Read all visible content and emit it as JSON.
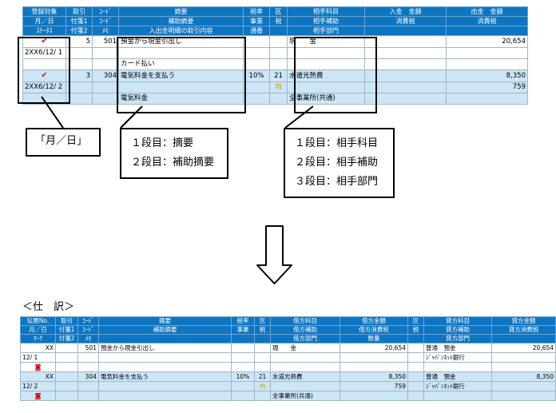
{
  "top": {
    "headers": [
      [
        "登録対象",
        "取引",
        "ｺｰﾄﾞ",
        "摘要",
        "税率",
        "区",
        "相手科目",
        "入金　金額",
        "出金　金額"
      ],
      [
        "月／日",
        "付箋1",
        "ｺｰﾄﾞ",
        "補助摘要",
        "事業",
        "税",
        "相手補助",
        "消費税",
        "消費税"
      ],
      [
        "ｽﾃｰﾀｽ",
        "付箋2",
        "ﾒﾓ",
        "入出金明細の取引内容",
        "通番",
        "",
        "相手部門",
        "",
        ""
      ]
    ],
    "entries": [
      {
        "date": "2XX6/12/ 1",
        "torihiki": "5",
        "code": "501",
        "summary": "預金から現金引出し",
        "sub_summary": "カード払い",
        "tax_rate": "",
        "kubun": "",
        "kubun_tax": "",
        "account": "現　　金",
        "account_dept": "",
        "in_amount": "",
        "out_amount": "20,654",
        "out_tax": ""
      },
      {
        "date": "2XX6/12/ 2",
        "torihiki": "3",
        "code": "304",
        "summary": "電気料金を支払う",
        "sub_summary": "電気料金",
        "tax_rate": "10%",
        "kubun": "21",
        "kubun_tax": "内",
        "account": "水道光熱費",
        "account_dept": "全事業所(共通)",
        "in_amount": "",
        "out_amount": "8,350",
        "out_tax": "759"
      }
    ]
  },
  "callouts": {
    "date": "「月／日」",
    "summary": [
      "１段目：摘要",
      "２段目：補助摘要"
    ],
    "account": [
      "１段目：相手科目",
      "２段目：相手補助",
      "３段目：相手部門"
    ]
  },
  "journal_label": "＜仕　訳＞",
  "bottom": {
    "headers": [
      [
        "伝票No.",
        "取引",
        "ｺｰﾄﾞ",
        "摘要",
        "税率",
        "区",
        "借方科目",
        "借方金額",
        "区",
        "貸方科目",
        "貸方金額"
      ],
      [
        "月／日",
        "付箋1",
        "ｺｰﾄﾞ",
        "補助摘要",
        "事業",
        "税",
        "借方補助",
        "借方消費税",
        "税",
        "貸方補助",
        "貸方消費税"
      ],
      [
        "ﾏｰｸ",
        "付箋2",
        "ﾒﾓ",
        "",
        "",
        "",
        "借方部門",
        "数量",
        "",
        "貸方部門",
        ""
      ]
    ],
    "entries": [
      {
        "slip": "XX",
        "date": "12/ 1",
        "code": "501",
        "summary": "預金から現金引出し",
        "tax_rate": "",
        "kubun": "",
        "kubun_tax": "",
        "debit_account": "現　　金",
        "debit_dept": "",
        "debit_amount": "20,654",
        "debit_tax": "",
        "credit_account": "普通　預金",
        "credit_sub": "ｼﾞｬﾊﾟﾝﾈｯﾄ銀行",
        "credit_amount": "20,654"
      },
      {
        "slip": "XX",
        "date": "12/ 2",
        "code": "304",
        "summary": "電気料金を支払う",
        "tax_rate": "10%",
        "kubun": "21",
        "kubun_tax": "内",
        "debit_account": "水道光熱費",
        "debit_dept": "全事業所(共通)",
        "debit_amount": "8,350",
        "debit_tax": "759",
        "credit_account": "普通　預金",
        "credit_sub": "ｼﾞｬﾊﾟﾝﾈｯﾄ銀行",
        "credit_amount": "8,350"
      }
    ]
  }
}
